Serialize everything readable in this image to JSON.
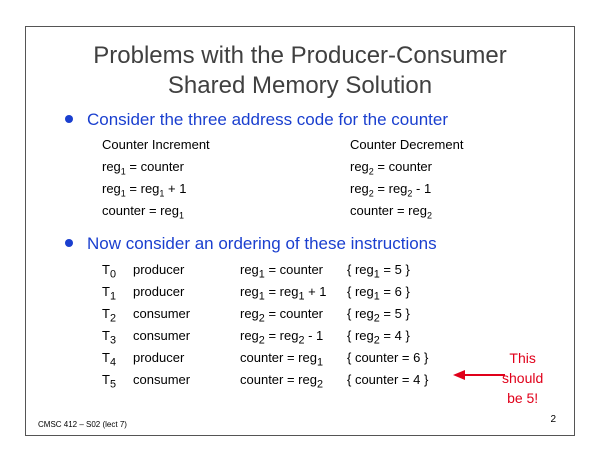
{
  "title": {
    "line1": "Problems with the Producer-Consumer",
    "line2": "Shared Memory  Solution"
  },
  "bullet1": "Consider the three address code for the counter",
  "increment": {
    "header": "Counter Increment",
    "l1_a": "reg",
    "l1_s": "1",
    "l1_b": " = counter",
    "l2_a": "reg",
    "l2_s": "1",
    "l2_b": " = reg",
    "l2_s2": "1",
    "l2_c": " + 1",
    "l3_a": "counter = reg",
    "l3_s": "1"
  },
  "decrement": {
    "header": "Counter Decrement",
    "l1_a": "reg",
    "l1_s": "2",
    "l1_b": " = counter",
    "l2_a": "reg",
    "l2_s": "2",
    "l2_b": " = reg",
    "l2_s2": "2",
    "l2_c": " - 1",
    "l3_a": "counter = reg",
    "l3_s": "2"
  },
  "bullet2": "Now consider an ordering of these instructions",
  "ordering": [
    {
      "t": "T",
      "ts": "0",
      "who": "producer",
      "i_a": "reg",
      "i_s": "1",
      "i_b": " = counter",
      "i_s2": "",
      "i_c": "",
      "note_a": "{ reg",
      "note_s": "1",
      "note_b": " = 5 }"
    },
    {
      "t": "T",
      "ts": "1",
      "who": "producer",
      "i_a": "reg",
      "i_s": "1",
      "i_b": " = reg",
      "i_s2": "1",
      "i_c": " + 1",
      "note_a": "{ reg",
      "note_s": "1",
      "note_b": " = 6 }"
    },
    {
      "t": "T",
      "ts": "2",
      "who": "consumer",
      "i_a": "reg",
      "i_s": "2",
      "i_b": " = counter",
      "i_s2": "",
      "i_c": "",
      "note_a": "{ reg",
      "note_s": "2",
      "note_b": " = 5 }"
    },
    {
      "t": "T",
      "ts": "3",
      "who": "consumer",
      "i_a": "reg",
      "i_s": "2",
      "i_b": " = reg",
      "i_s2": "2",
      "i_c": " - 1",
      "note_a": "{ reg",
      "note_s": "2",
      "note_b": " = 4 }"
    },
    {
      "t": "T",
      "ts": "4",
      "who": "producer",
      "i_a": "counter = reg",
      "i_s": "1",
      "i_b": "",
      "i_s2": "",
      "i_c": "",
      "note_a": "{ counter = 6 }",
      "note_s": "",
      "note_b": ""
    },
    {
      "t": "T",
      "ts": "5",
      "who": "consumer",
      "i_a": "counter = reg",
      "i_s": "2",
      "i_b": "",
      "i_s2": "",
      "i_c": "",
      "note_a": "{ counter = 4 }",
      "note_s": "",
      "note_b": ""
    }
  ],
  "callout": {
    "line1": "This",
    "line2": "should",
    "line3": "be 5!"
  },
  "footer": "CMSC 412 – S02  (lect 7)",
  "page_number": "2",
  "colors": {
    "bullet": "#1a3fcf",
    "callout": "#e0001a",
    "title": "#404040"
  }
}
